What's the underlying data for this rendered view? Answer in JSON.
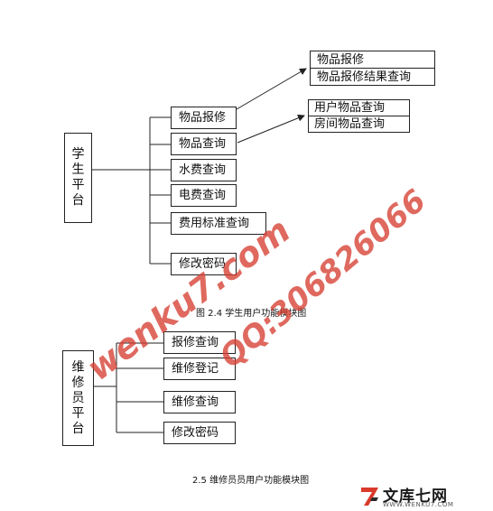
{
  "diagram1": {
    "root_chars": [
      "学",
      "生",
      "平",
      "台"
    ],
    "modules": [
      "物品报修",
      "物品查询",
      "水费查询",
      "电费查询",
      "费用标准查询",
      "修改密码"
    ],
    "repair_sub": [
      "物品报修",
      "物品报修结果查询"
    ],
    "query_sub": [
      "用户物品查询",
      "房间物品查询"
    ],
    "caption": "图 2.4  学生用户功能模块图"
  },
  "diagram2": {
    "root_chars": [
      "维",
      "修",
      "员",
      "平",
      "台"
    ],
    "modules": [
      "报修查询",
      "维修登记",
      "维修查询",
      "修改密码"
    ],
    "caption": "2.5  维修员员用户功能模块图"
  },
  "watermarks": [
    "wenku7.com",
    "QQ:306826066"
  ],
  "logo": {
    "text": "文库七网",
    "url": "WWW.WENKU7.COM",
    "accent_color": "#d93a2b"
  }
}
